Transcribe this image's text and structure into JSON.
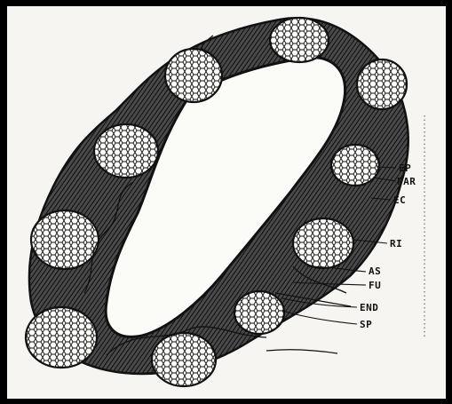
{
  "figure": {
    "labels": {
      "ep": "EP",
      "par": "PAR",
      "ec": "EC",
      "ri": "RI",
      "as": "AS",
      "fu": "FU",
      "end": "END",
      "sp": "SP"
    },
    "colors": {
      "ink": "#111111",
      "paper": "#f6f5f1",
      "border": "#000000"
    }
  }
}
